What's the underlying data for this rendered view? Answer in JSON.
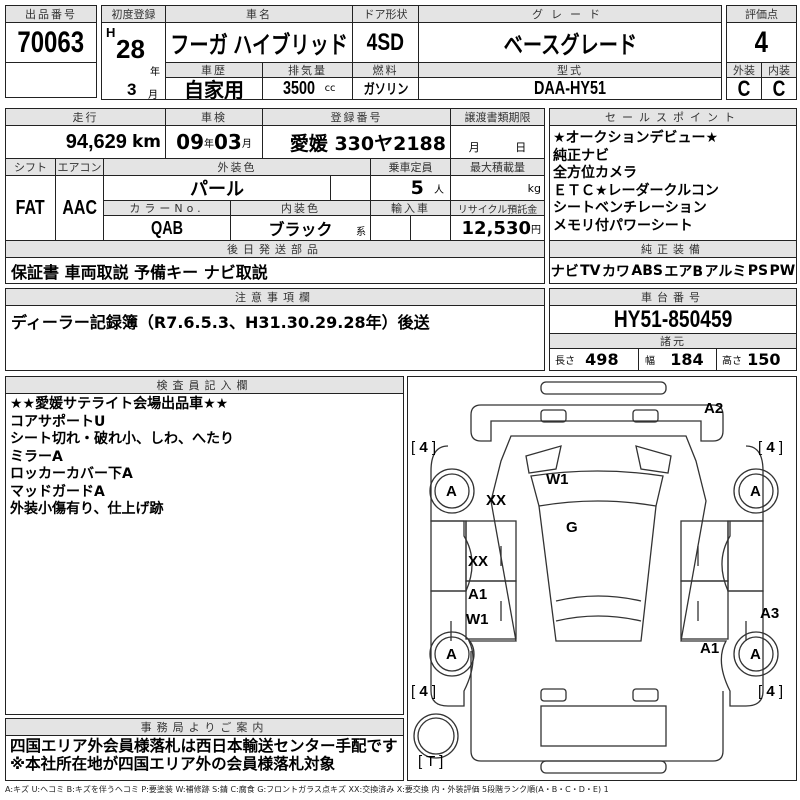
{
  "lot": {
    "label": "出品番号",
    "value": "70063"
  },
  "first_reg": {
    "label": "初度登録",
    "era": "H",
    "year": "28",
    "year_unit": "年",
    "month": "3",
    "month_unit": "月"
  },
  "car_name": {
    "label": "車名",
    "value": "フーガ ハイブリッド"
  },
  "door": {
    "label": "ドア形状",
    "value": "4SD"
  },
  "grade": {
    "label": "グレード",
    "value": "ベースグレード"
  },
  "history": {
    "label": "車歴",
    "value": "自家用"
  },
  "displacement": {
    "label": "排気量",
    "value": "3500",
    "unit": "cc"
  },
  "fuel": {
    "label": "燃料",
    "value": "ガソリン"
  },
  "model": {
    "label": "型式",
    "value": "DAA-HY51"
  },
  "score": {
    "label": "評価点",
    "value": "4",
    "ext_label": "外装",
    "int_label": "内装",
    "ext": "C",
    "int": "C"
  },
  "mileage": {
    "label": "走行",
    "value": "94,629",
    "unit": "km"
  },
  "inspection": {
    "label": "車検",
    "year": "09",
    "year_unit": "年",
    "month": "03",
    "month_unit": "月"
  },
  "plate": {
    "label": "登録番号",
    "value": "愛媛 330ヤ2188"
  },
  "transfer": {
    "label": "譲渡書類期限",
    "month": "月",
    "day": "日"
  },
  "shift": {
    "label": "シフト",
    "value": "FAT"
  },
  "ac": {
    "label": "エアコン",
    "value": "AAC"
  },
  "ext_color": {
    "label": "外装色",
    "value": "パール"
  },
  "capacity": {
    "label": "乗車定員",
    "value": "5",
    "unit": "人"
  },
  "max_load": {
    "label": "最大積載量",
    "unit": "kg"
  },
  "color_no": {
    "label": "カラーNo.",
    "value": "QAB"
  },
  "int_color": {
    "label": "内装色",
    "value": "ブラック",
    "suffix": "系"
  },
  "import": {
    "label": "輸入車"
  },
  "recycle": {
    "label": "リサイクル預託金",
    "value": "12,530",
    "unit": "円"
  },
  "later_parts": {
    "label": "後日発送部品",
    "value": "保証書 車両取説 予備キー ナビ取説"
  },
  "sales_points": {
    "label": "セールスポイント",
    "items": [
      "★オークションデビュー★",
      "純正ナビ",
      "全方位カメラ",
      "ＥＴＣ★レーダークルコン",
      "シートベンチレーション",
      "メモリ付パワーシート"
    ]
  },
  "equipment": {
    "label": "純正装備",
    "items": [
      "ナビ",
      "TV",
      "カワ",
      "ABS",
      "エアB",
      "アルミ",
      "PS",
      "PW"
    ]
  },
  "notes": {
    "label": "注意事項欄",
    "value": "ディーラー記録簿（R7.6.5.3、H31.30.29.28年）後送"
  },
  "chassis": {
    "label": "車台番号",
    "value": "HY51-850459"
  },
  "specs": {
    "label": "諸元",
    "length_label": "長さ",
    "length": "498",
    "width_label": "幅",
    "width": "184",
    "height_label": "高さ",
    "height": "150"
  },
  "inspector": {
    "label": "検査員記入欄",
    "lines": [
      "★★愛媛サテライト会場出品車★★",
      "コアサポートU",
      "シート切れ・破れ小、しわ、へたり",
      "ミラーA",
      "ロッカーカバー下A",
      "マッドガードA",
      "外装小傷有り、仕上げ跡"
    ]
  },
  "office": {
    "label": "事務局よりご案内",
    "lines": [
      "四国エリア外会員様落札は西日本輸送センター手配です",
      "※本社所在地が四国エリア外の会員様落札対象"
    ]
  },
  "diagram": {
    "tires": [
      "4",
      "4",
      "4",
      "4"
    ],
    "tire_bracket": "[ T ]",
    "marks": {
      "a2": "A2",
      "w1_top": "W1",
      "xx_top": "XX",
      "g": "G",
      "xx_side": "XX",
      "a1_left": "A1",
      "w1_left": "W1",
      "a3": "A3",
      "a1_right": "A1",
      "wheel_fl": "A",
      "wheel_fr": "A",
      "wheel_rl": "A",
      "wheel_rr": "A"
    }
  },
  "legend": "A:キズ U:ヘコミ B:キズを伴うヘコミ P:要塗装 W:補修跡 S:錆 C:腐食 G:フロントガラス点キズ XX:交換済み X:要交換 内・外装評価 5段階ランク順(A・B・C・D・E) 1"
}
